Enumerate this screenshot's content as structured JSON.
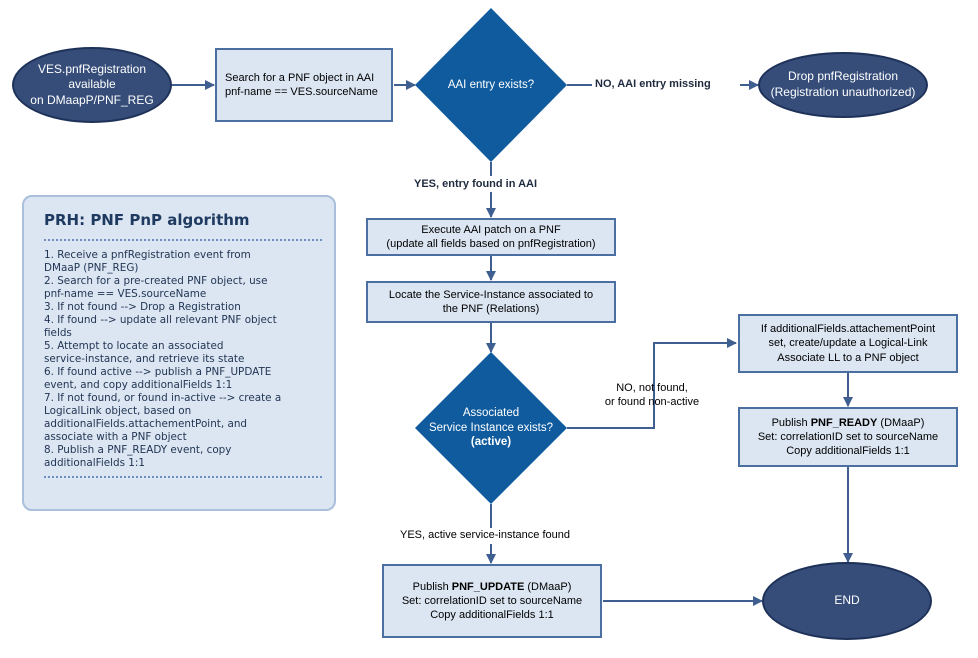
{
  "nodes": {
    "start": [
      "VES.pnfRegistration available",
      "on DMaapP/PNF_REG"
    ],
    "search_aai": [
      "Search for a PNF object in AAI",
      "pnf-name == VES.sourceName"
    ],
    "aai_exists": "AAI entry exists?",
    "drop": [
      "Drop pnfRegistration",
      "(Registration unauthorized)"
    ],
    "patch": [
      "Execute AAI patch on a PNF",
      "(update all fields based on pnfRegistration)"
    ],
    "locate": [
      "Locate the Service-Instance associated to",
      "the PNF (Relations)"
    ],
    "si_exists": [
      "Associated",
      "Service Instance exists?",
      "(active)"
    ],
    "create_ll": [
      "If additionalFields.attachementPoint",
      "set, create/update a Logical-Link",
      "Associate LL to a PNF object"
    ],
    "pnf_ready": {
      "prefix": "Publish ",
      "event": "PNF_READY",
      "suffix": " (DMaaP)",
      "lines": [
        "Set: correlationID set to sourceName",
        "Copy additionalFields 1:1"
      ]
    },
    "pnf_update": {
      "prefix": "Publish ",
      "event": "PNF_UPDATE",
      "suffix": " (DMaaP)",
      "lines": [
        "Set: correlationID set to sourceName",
        "Copy additionalFields 1:1"
      ]
    },
    "end": "END"
  },
  "edge_labels": {
    "aai_no": "NO, AAI entry missing",
    "aai_yes": "YES, entry found in AAI",
    "si_no": [
      "NO, not found,",
      "or found non-active"
    ],
    "si_yes": "YES, active service-instance found"
  },
  "algorithm": {
    "title": "PRH: PNF PnP algorithm",
    "steps": [
      "1. Receive a pnfRegistration event from\nDMaaP (PNF_REG)",
      "2. Search for a pre-created PNF object, use\npnf-name == VES.sourceName",
      "3. If not found --> Drop a Registration",
      "4. If found --> update all relevant PNF object\nfields",
      "5. Attempt to locate an associated\nservice-instance, and retrieve its state",
      "6. If found active --> publish a PNF_UPDATE\nevent, and copy additionalFields 1:1",
      "7. If not found, or found in-active --> create a\nLogicalLink object, based on\nadditionalFields.attachementPoint, and\nassociate with a PNF object",
      "8. Publish a PNF_READY event, copy\nadditionalFields 1:1"
    ]
  },
  "colors": {
    "ellipse_fill": "#364d79",
    "diamond_fill": "#0f5b9e",
    "box_fill": "#dce6f2",
    "box_border": "#4a6fa0",
    "arrow": "#3e5f8f"
  }
}
